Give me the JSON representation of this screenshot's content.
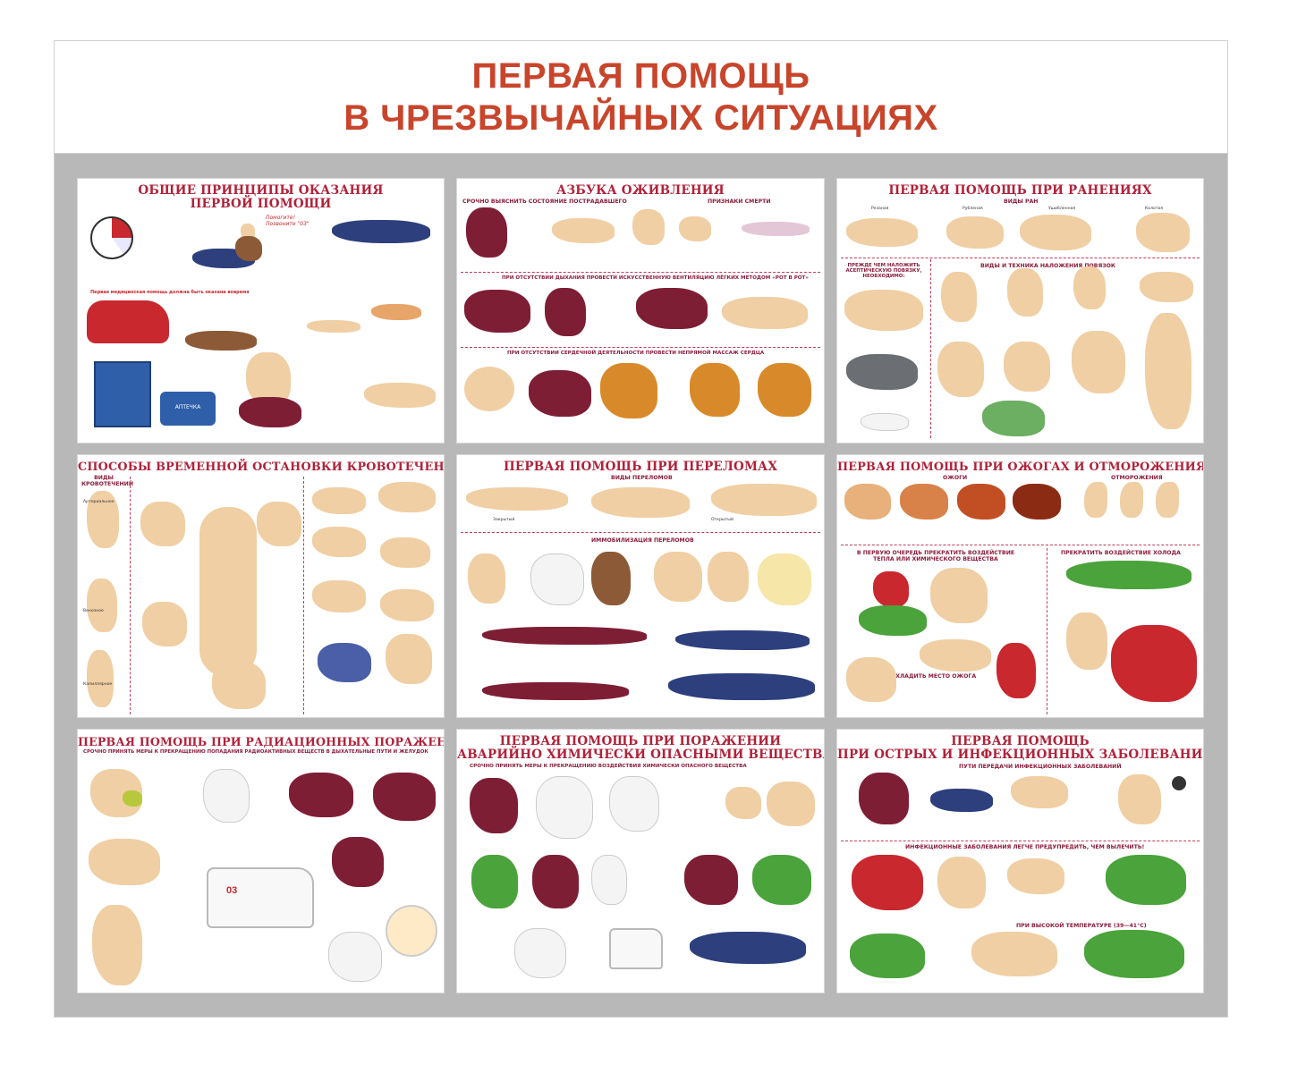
{
  "header": {
    "line1": "ПЕРВАЯ ПОМОЩЬ",
    "line2": "В ЧРЕЗВЫЧАЙНЫХ СИТУАЦИЯХ"
  },
  "panels": {
    "p1": {
      "title_line1": "ОБЩИЕ ПРИНЦИПЫ ОКАЗАНИЯ",
      "title_line2": "ПЕРВОЙ ПОМОЩИ",
      "bubble": "Помогите! Позвоните \"03\"",
      "sub1": "Первая медицинская помощь должна быть оказана вовремя",
      "kit": "АПТЕЧКА"
    },
    "p2": {
      "title": "АЗБУКА ОЖИВЛЕНИЯ",
      "sub1": "СРОЧНО ВЫЯСНИТЬ СОСТОЯНИЕ ПОСТРАДАВШЕГО",
      "sub2": "ПРИЗНАКИ СМЕРТИ",
      "sub3": "ПРИ ОТСУТСТВИИ ДЫХАНИЯ ПРОВЕСТИ ИСКУССТВЕННУЮ ВЕНТИЛЯЦИЮ ЛЁГКИХ МЕТОДОМ «РОТ В РОТ»",
      "sub4": "ПРИ ОТСУТСТВИИ СЕРДЕЧНОЙ ДЕЯТЕЛЬНОСТИ ПРОВЕСТИ НЕПРЯМОЙ МАССАЖ СЕРДЦА"
    },
    "p3": {
      "title": "ПЕРВАЯ ПОМОЩЬ ПРИ РАНЕНИЯХ",
      "sub1": "ВИДЫ РАН",
      "wounds": [
        "Резаная",
        "Рубленая",
        "Ушибленная",
        "Колотая"
      ],
      "sub2": "ПРЕЖДЕ ЧЕМ НАЛОЖИТЬ АСЕПТИЧЕСКУЮ ПОВЯЗКУ, НЕОБХОДИМО:",
      "sub3": "ВИДЫ И ТЕХНИКА НАЛОЖЕНИЯ ПОВЯЗОК"
    },
    "p4": {
      "title": "СПОСОБЫ ВРЕМЕННОЙ ОСТАНОВКИ КРОВОТЕЧЕНИЙ",
      "sub1": "ВИДЫ КРОВОТЕЧЕНИЙ",
      "types": [
        "Артериальное",
        "Венозное",
        "Капиллярное"
      ]
    },
    "p5": {
      "title": "ПЕРВАЯ ПОМОЩЬ ПРИ ПЕРЕЛОМАХ",
      "sub1": "ВИДЫ ПЕРЕЛОМОВ",
      "closed": "Закрытый",
      "open": "Открытый",
      "sub2": "ИММОБИЛИЗАЦИЯ ПЕРЕЛОМОВ"
    },
    "p6": {
      "title": "ПЕРВАЯ ПОМОЩЬ ПРИ ОЖОГАХ И ОТМОРОЖЕНИЯХ",
      "sub1": "ОЖОГИ",
      "sub2": "ОТМОРОЖЕНИЯ",
      "sub3": "В ПЕРВУЮ ОЧЕРЕДЬ ПРЕКРАТИТЬ ВОЗДЕЙСТВИЕ ТЕПЛА ИЛИ ХИМИЧЕСКОГО ВЕЩЕСТВА",
      "sub4": "ПРЕКРАТИТЬ ВОЗДЕЙСТВИЕ ХОЛОДА",
      "sub5": "ОХЛАДИТЬ МЕСТО ОЖОГА"
    },
    "p7": {
      "title": "ПЕРВАЯ ПОМОЩЬ ПРИ РАДИАЦИОННЫХ ПОРАЖЕНИЯХ",
      "sub1": "СРОЧНО ПРИНЯТЬ МЕРЫ К ПРЕКРАЩЕНИЮ ПОПАДАНИЯ РАДИОАКТИВНЫХ ВЕЩЕСТВ В ДЫХАТЕЛЬНЫЕ ПУТИ И ЖЕЛУДОК",
      "ambulance": "03"
    },
    "p8": {
      "title_line1": "ПЕРВАЯ ПОМОЩЬ ПРИ ПОРАЖЕНИИ",
      "title_line2": "АВАРИЙНО ХИМИЧЕСКИ ОПАСНЫМИ ВЕЩЕСТВАМИ (АХОВ)",
      "sub1": "СРОЧНО ПРИНЯТЬ МЕРЫ К ПРЕКРАЩЕНИЮ ВОЗДЕЙСТВИЯ ХИМИЧЕСКИ ОПАСНОГО ВЕЩЕСТВА"
    },
    "p9": {
      "title_line1": "ПЕРВАЯ ПОМОЩЬ",
      "title_line2": "ПРИ ОСТРЫХ И ИНФЕКЦИОННЫХ ЗАБОЛЕВАНИЯХ",
      "sub1": "ПУТИ ПЕРЕДАЧИ ИНФЕКЦИОННЫХ ЗАБОЛЕВАНИЙ",
      "sub2": "ИНФЕКЦИОННЫЕ ЗАБОЛЕВАНИЯ ЛЕГЧЕ ПРЕДУПРЕДИТЬ, ЧЕМ ВЫЛЕЧИТЬ!",
      "sub3": "ПРИ ВЫСОКОЙ ТЕМПЕРАТУРЕ (39—41°С)"
    }
  }
}
